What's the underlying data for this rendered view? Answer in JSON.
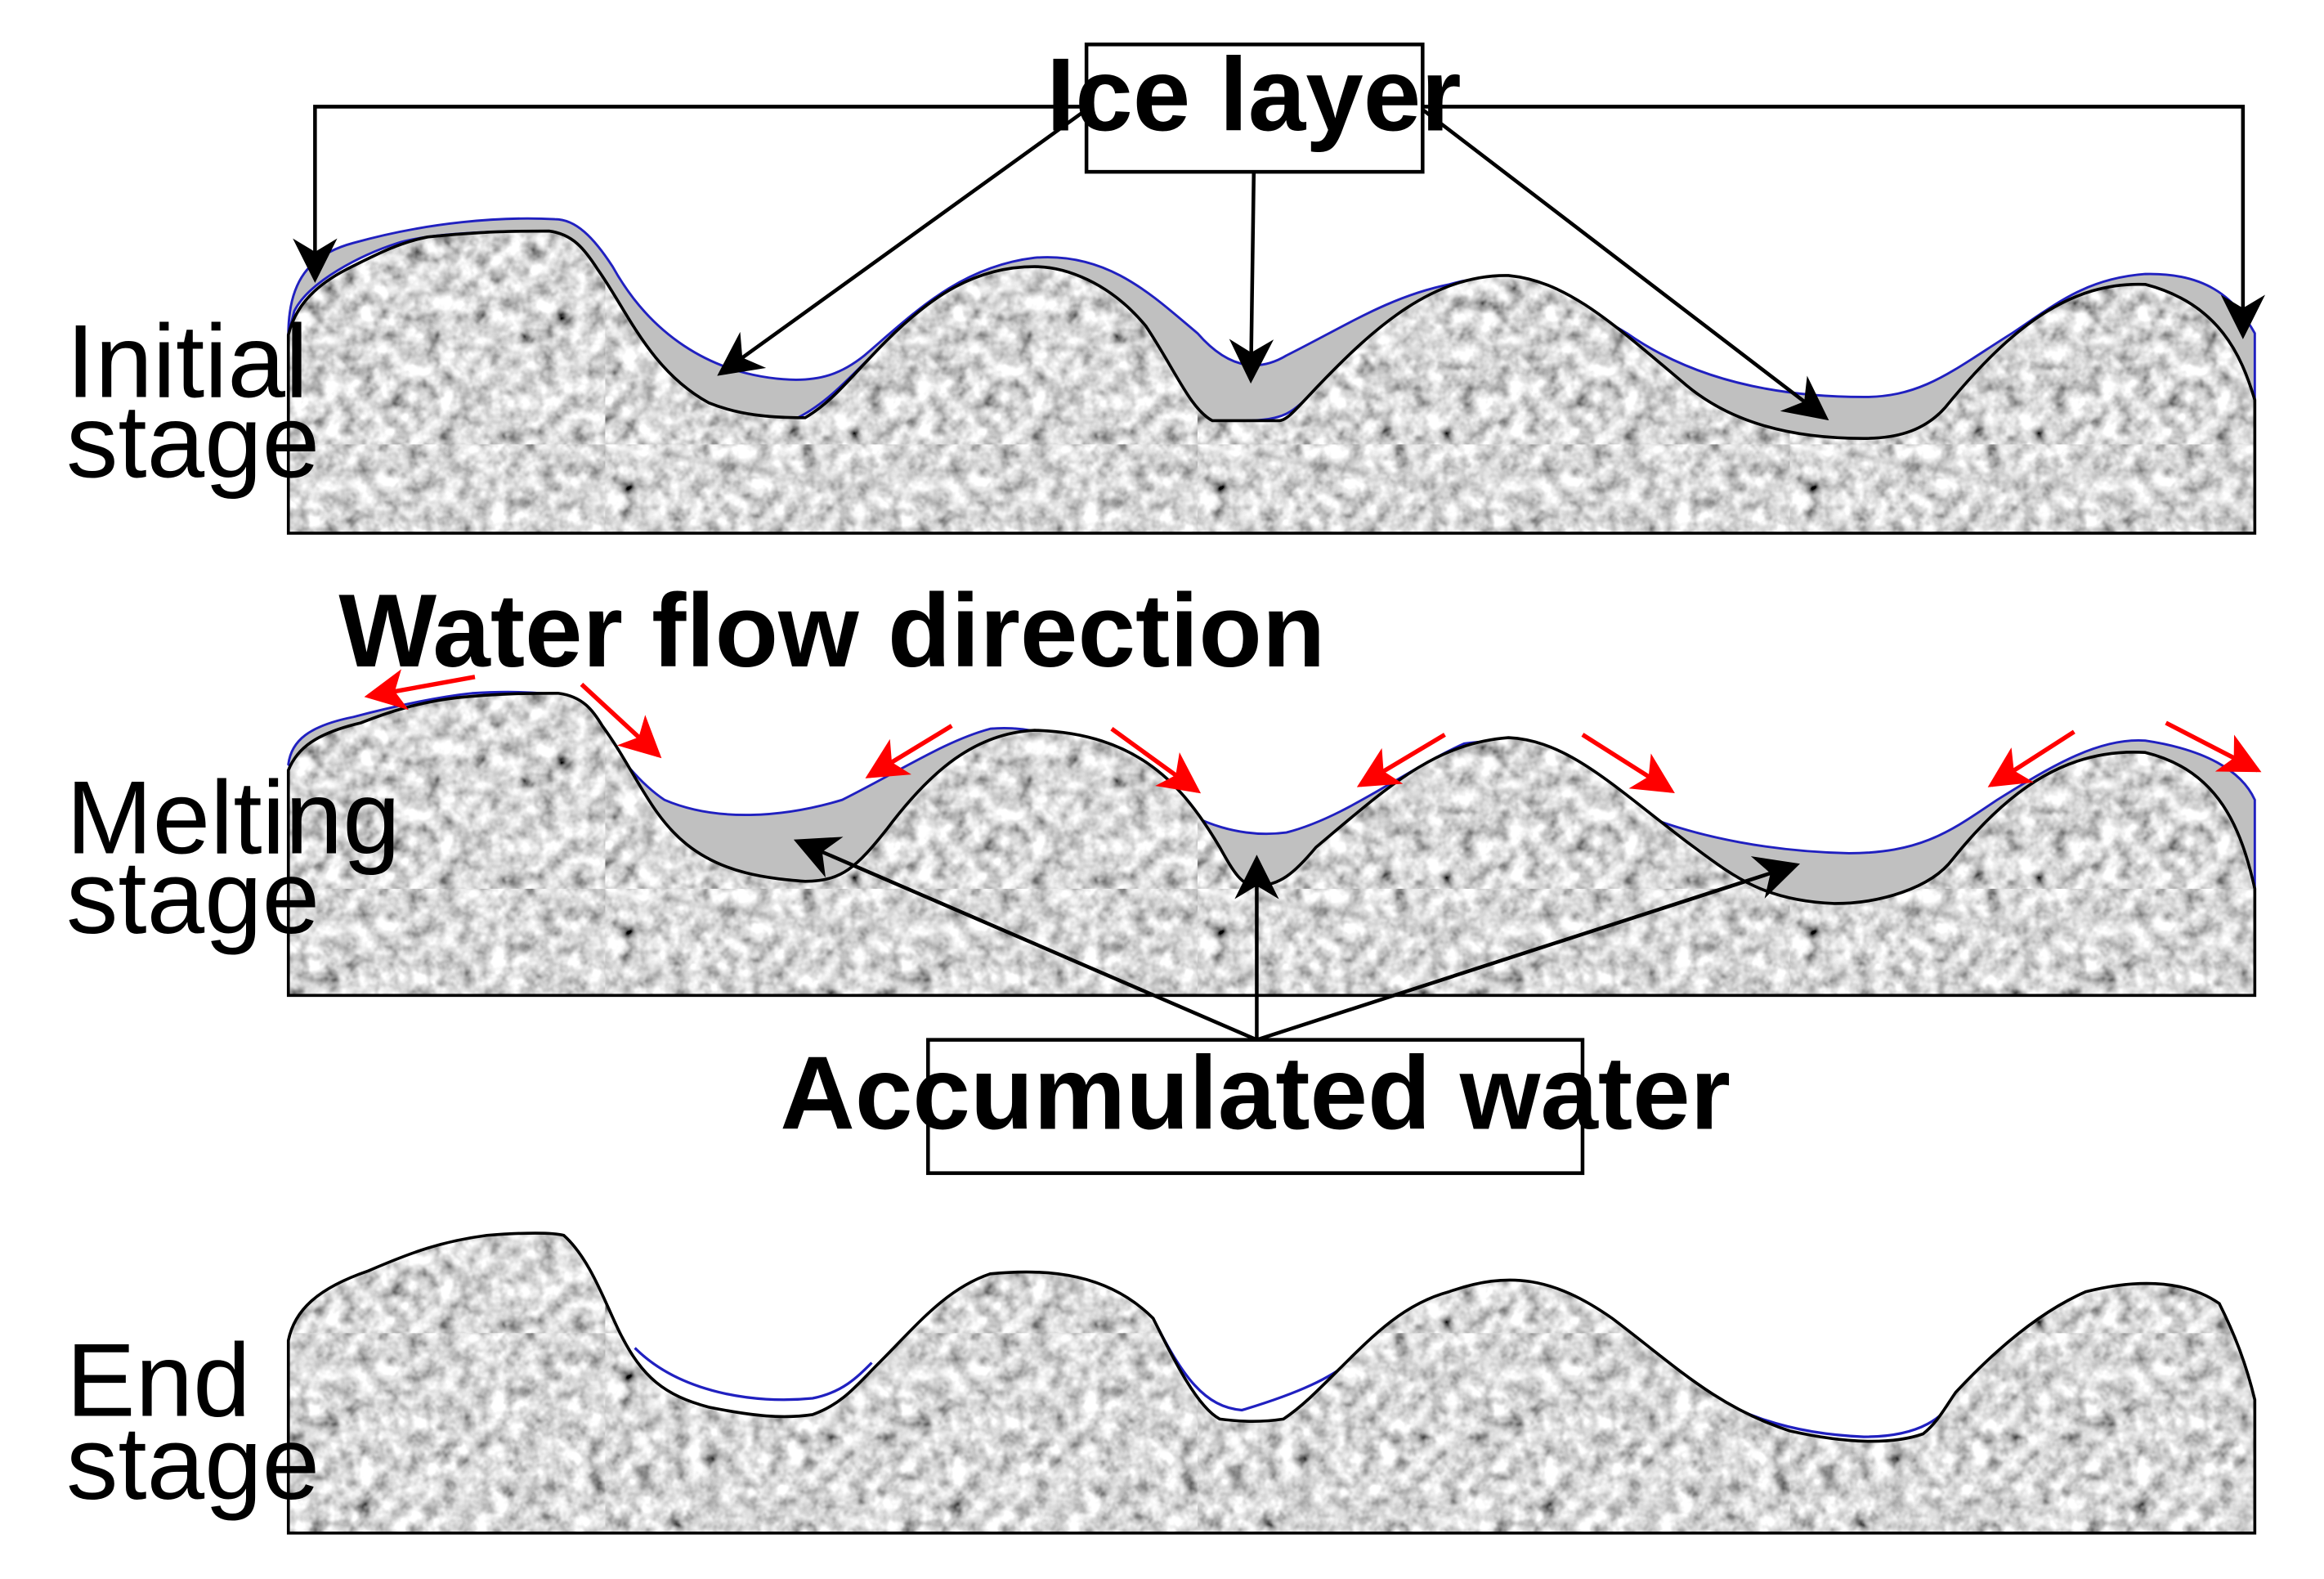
{
  "labels": {
    "ice_layer": "Ice layer",
    "water_flow_direction": "Water flow direction",
    "accumulated_water": "Accumulated water"
  },
  "stages": {
    "initial_line1": "Initial",
    "initial_line2": "stage",
    "melting_line1": "Melting",
    "melting_line2": "stage",
    "end_line1": "End",
    "end_line2": "stage"
  },
  "colors": {
    "rock_base": "#9a9a9a",
    "ice_fill": "#c0c0c0",
    "ice_outline": "#2020c0",
    "flow_arrow": "#ff0000",
    "leader_line": "#000000"
  }
}
